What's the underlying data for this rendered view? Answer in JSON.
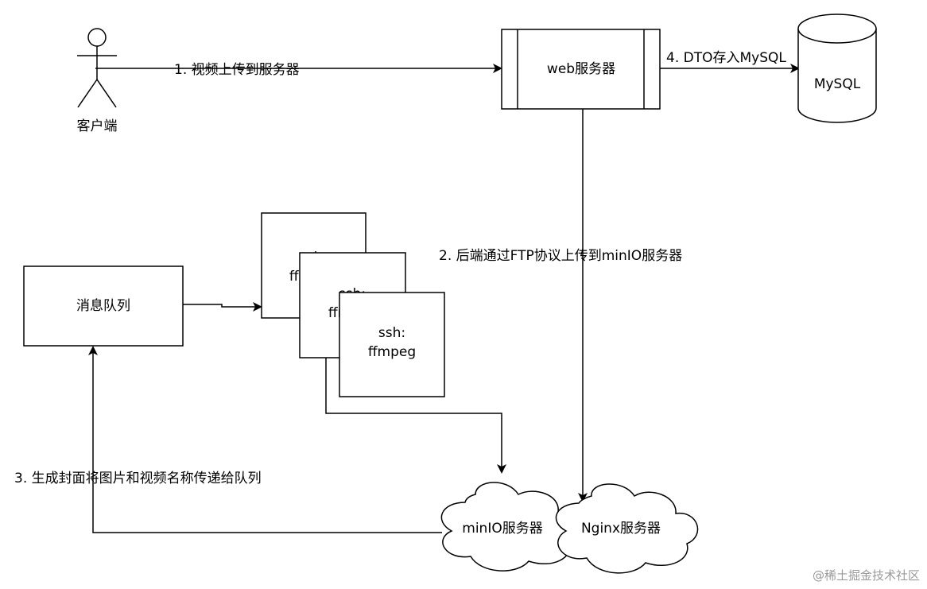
{
  "actors": {
    "client": "客户端"
  },
  "nodes": {
    "web_server": "web服务器",
    "mysql": "MySQL",
    "queue": "消息队列",
    "ffmpeg_back_1": "ssh:",
    "ffmpeg_back_2": "ffmpeg",
    "ffmpeg_mid_1": "ssh:",
    "ffmpeg_mid_2": "ffmpeg",
    "ffmpeg_front_1": "ssh:",
    "ffmpeg_front_2": "ffmpeg",
    "minio": "minIO服务器",
    "nginx": "Nginx服务器"
  },
  "edges": {
    "e1": "1. 视频上传到服务器",
    "e2": "2. 后端通过FTP协议上传到minIO服务器",
    "e3": "3. 生成封面将图片和视频名称传递给队列",
    "e4": "4. DTO存入MySQL"
  },
  "watermark": "@稀土掘金技术社区"
}
